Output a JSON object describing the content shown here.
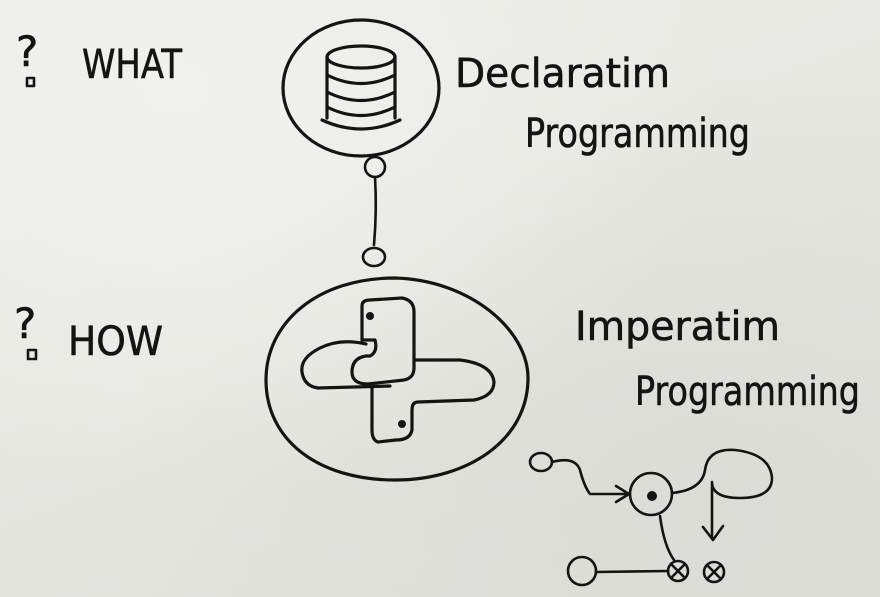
{
  "rows": [
    {
      "question_mark": "?",
      "label": "WHAT",
      "caption_lines": [
        "Declaratim",
        "Programming"
      ]
    },
    {
      "question_mark": "?",
      "label": "HOW",
      "caption_lines": [
        "Imperatim",
        "Programming"
      ]
    }
  ],
  "icons": {
    "top": "database-icon",
    "bottom": "python-logo-icon",
    "flow": "state-flow-icon"
  },
  "ink_color": "#141414"
}
